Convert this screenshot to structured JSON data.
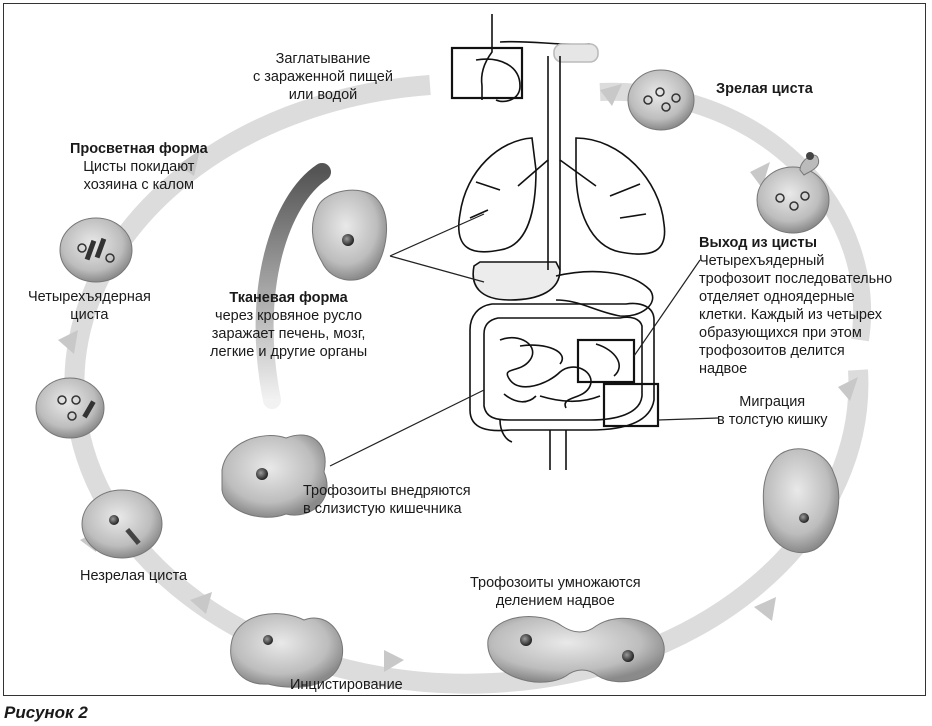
{
  "labels": {
    "swallow_l1": "Заглатывание",
    "swallow_l2": "с зараженной пищей",
    "swallow_l3": "или водой",
    "mature_cyst": "Зрелая циста",
    "luminal_title": "Просветная форма",
    "luminal_l1": "Цисты покидают",
    "luminal_l2": "хозяина с калом",
    "excyst_title": "Выход из цисты",
    "excyst_l1": "Четырехъядерный",
    "excyst_l2": "трофозоит последовательно",
    "excyst_l3": "отделяет одноядерные",
    "excyst_l4": "клетки. Каждый из четырех",
    "excyst_l5": "образующихся при этом",
    "excyst_l6": "трофозоитов делится",
    "excyst_l7": "надвое",
    "tetra_l1": "Четырехъядерная",
    "tetra_l2": "циста",
    "tissue_title": "Тканевая форма",
    "tissue_l1": "через кровяное русло",
    "tissue_l2": "заражает печень, мозг,",
    "tissue_l3": "легкие и другие органы",
    "migration_l1": "Миграция",
    "migration_l2": "в толстую кишку",
    "invade_l1": "Трофозоиты внедряются",
    "invade_l2": "в слизистую кишечника",
    "immature": "Незрелая циста",
    "multiply_l1": "Трофозоиты умножаются",
    "multiply_l2": "делением надвое",
    "encyst": "Инцистирование"
  },
  "caption": "Рисунок 2"
}
